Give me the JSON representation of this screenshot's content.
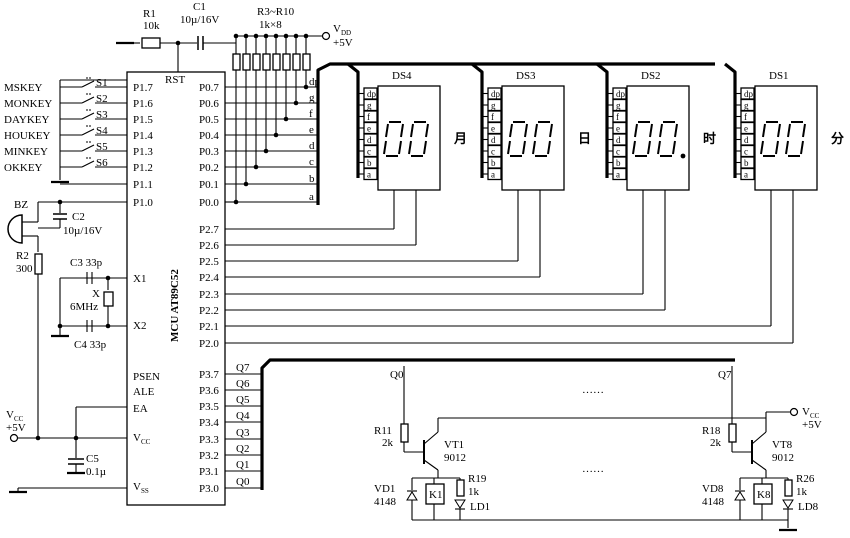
{
  "mcu": {
    "name": "MCU AT89C52",
    "rst": "RST",
    "p1": [
      "P1.7",
      "P1.6",
      "P1.5",
      "P1.4",
      "P1.3",
      "P1.2",
      "P1.1",
      "P1.0"
    ],
    "p0": [
      "P0.7",
      "P0.6",
      "P0.5",
      "P0.4",
      "P0.3",
      "P0.2",
      "P0.1",
      "P0.0"
    ],
    "p2": [
      "P2.7",
      "P2.6",
      "P2.5",
      "P2.4",
      "P2.3",
      "P2.2",
      "P2.1",
      "P2.0"
    ],
    "p3": [
      "P3.7",
      "P3.6",
      "P3.5",
      "P3.4",
      "P3.3",
      "P3.2",
      "P3.1",
      "P3.0"
    ],
    "x1": "X1",
    "x2": "X2",
    "psen": "PSEN",
    "ale": "ALE",
    "ea": "EA",
    "vcc": "V",
    "vcc_sub": "CC",
    "vss": "V",
    "vss_sub": "SS"
  },
  "keys": [
    {
      "name": "MSKEY",
      "sw": "S1"
    },
    {
      "name": "MONKEY",
      "sw": "S2"
    },
    {
      "name": "DAYKEY",
      "sw": "S3"
    },
    {
      "name": "HOUKEY",
      "sw": "S4"
    },
    {
      "name": "MINKEY",
      "sw": "S5"
    },
    {
      "name": "OKKEY",
      "sw": "S6"
    }
  ],
  "top": {
    "r1": "R1",
    "r1v": "10k",
    "c1": "C1",
    "c1v": "10µ/16V",
    "r3": "R3~R10",
    "r3v": "1k×8",
    "vdd": "V",
    "vdd_sub": "DD",
    "vdd_v": "+5V"
  },
  "bus_labels": [
    "dp",
    "g",
    "f",
    "e",
    "d",
    "c",
    "b",
    "a"
  ],
  "left": {
    "bz": "BZ",
    "c2": "C2",
    "c2v": "10µ/16V",
    "r2": "R2",
    "r2v": "300",
    "c3": "C3 33p",
    "x": "X",
    "xv": "6MHz",
    "c4": "C4 33p",
    "vcc": "V",
    "vcc_sub": "CC",
    "vcc_v": "+5V",
    "c5": "C5",
    "c5v": "0.1µ"
  },
  "displays": [
    {
      "name": "DS4",
      "unit": "月"
    },
    {
      "name": "DS3",
      "unit": "日"
    },
    {
      "name": "DS2",
      "unit": "时"
    },
    {
      "name": "DS1",
      "unit": "分"
    }
  ],
  "q": [
    "Q7",
    "Q6",
    "Q5",
    "Q4",
    "Q3",
    "Q2",
    "Q1",
    "Q0"
  ],
  "relays": {
    "q0": "Q0",
    "q7": "Q7",
    "dots": "……",
    "r11": "R11",
    "r11v": "2k",
    "vt1": "VT1",
    "vt1v": "9012",
    "r18": "R18",
    "r18v": "2k",
    "vt8": "VT8",
    "vt8v": "9012",
    "vcc": "V",
    "vcc_sub": "CC",
    "vcc_v": "+5V",
    "vd1": "VD1",
    "vd1v": "4148",
    "k1": "K1",
    "r19": "R19",
    "r19v": "1k",
    "ld1": "LD1",
    "vd8": "VD8",
    "vd8v": "4148",
    "k8": "K8",
    "r26": "R26",
    "r26v": "1k",
    "ld8": "LD8"
  }
}
